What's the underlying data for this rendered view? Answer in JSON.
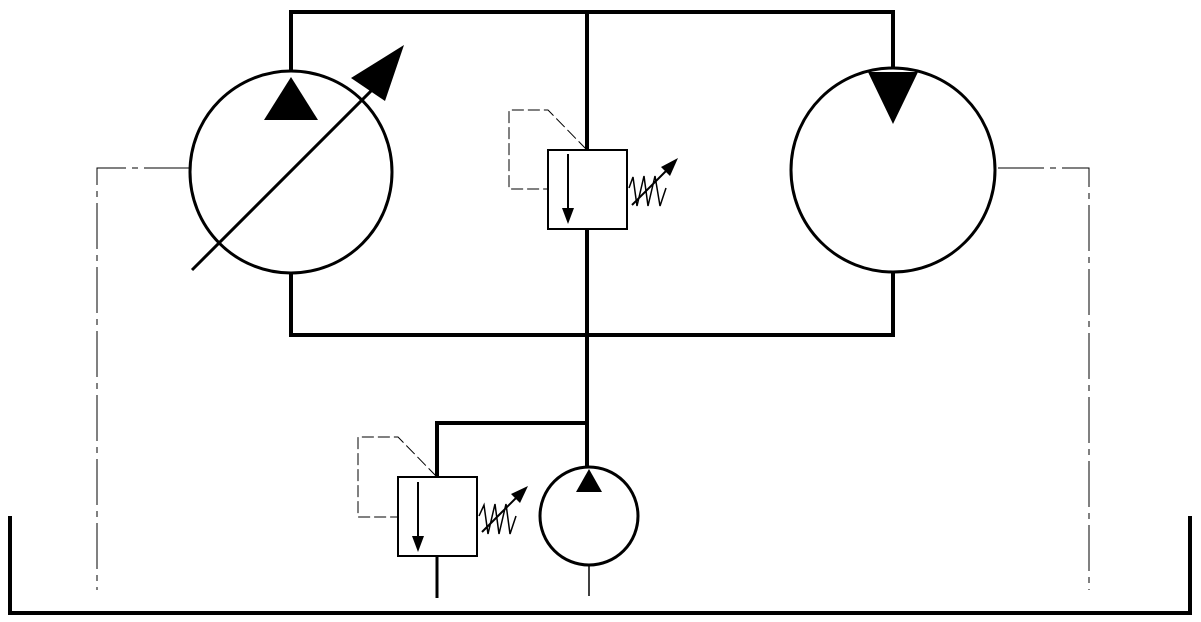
{
  "diagram": {
    "type": "hydraulic-schematic",
    "components": [
      {
        "name": "variable-displacement-pump",
        "icon": "variable-pump-icon"
      },
      {
        "name": "fixed-displacement-motor",
        "icon": "motor-icon"
      },
      {
        "name": "cross-relief-valve",
        "icon": "relief-valve-icon"
      },
      {
        "name": "charge-relief-valve",
        "icon": "relief-valve-icon"
      },
      {
        "name": "charge-pump",
        "icon": "pump-icon"
      },
      {
        "name": "reservoir",
        "icon": "tank-icon"
      }
    ],
    "colors": {
      "line": "#000000",
      "background": "#ffffff"
    }
  }
}
